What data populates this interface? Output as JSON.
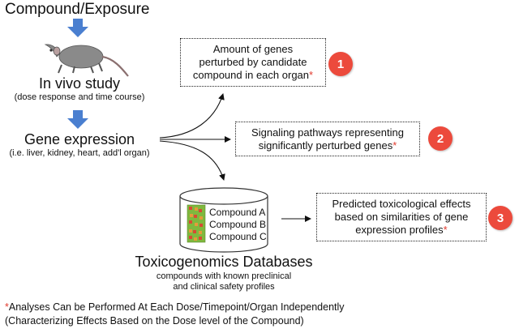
{
  "header": {
    "compound_exposure": "Compound/Exposure"
  },
  "in_vivo": {
    "title": "In vivo study",
    "subtitle": "(dose response and time course)"
  },
  "gene_expression": {
    "title": "Gene expression",
    "subtitle": "(i.e. liver, kidney, heart, add'l organ)"
  },
  "boxes": [
    {
      "line1": "Amount of genes",
      "line2": "perturbed by candidate",
      "line3": "compound in each organ",
      "badge": "1"
    },
    {
      "line1": "Signaling pathways representing",
      "line2": "significantly perturbed genes",
      "badge": "2"
    },
    {
      "line1": "Predicted toxicological effects",
      "line2": "based on similarities of gene",
      "line3": "expression profiles",
      "badge": "3"
    }
  ],
  "asterisk": "*",
  "database": {
    "compounds": [
      "Compound A",
      "Compound B",
      "Compound C"
    ],
    "title": "Toxicogenomics Databases",
    "subtitle_line1": "compounds with known preclinical",
    "subtitle_line2": "and clinical safety profiles"
  },
  "footnote": {
    "line1": "Analyses Can be  Performed At Each Dose/Timepoint/Organ Independently",
    "line2": "(Characterizing Effects Based on the Dose level of the Compound)"
  },
  "colors": {
    "arrow_blue": "#4a7fd0",
    "badge_red": "#ec4a3c",
    "asterisk_red": "#e23a2e",
    "chip_green": "#7fb83e",
    "chip_red": "#d84a33",
    "chip_orange": "#e59a3a"
  },
  "icons": [
    "rat-icon",
    "down-arrow-icon",
    "database-cylinder-icon",
    "microarray-chip-icon"
  ]
}
